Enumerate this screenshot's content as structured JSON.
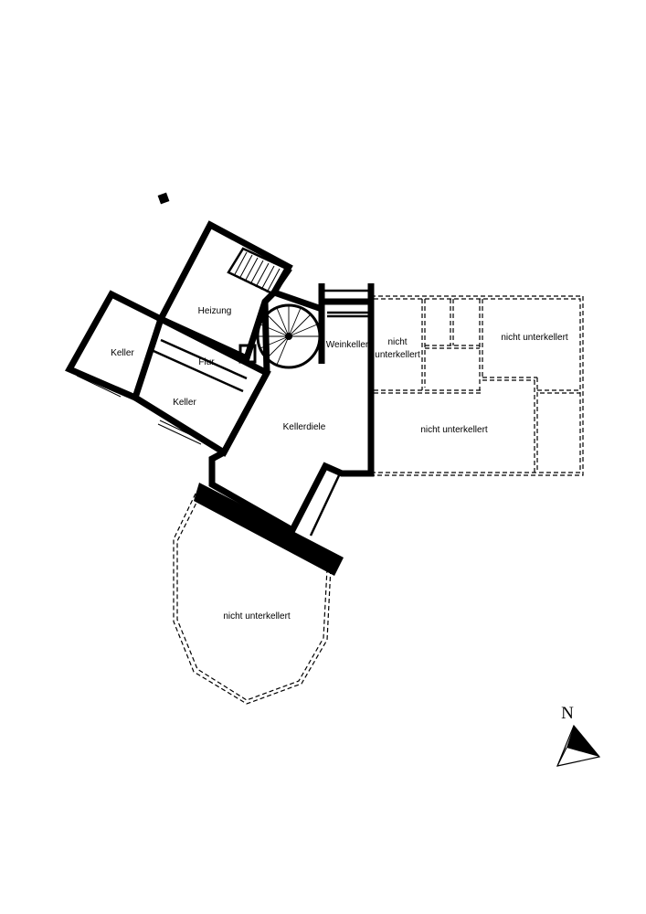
{
  "plan": {
    "rooms": {
      "heizung": "Heizung",
      "keller_west": "Keller",
      "flur": "Flur",
      "keller_south": "Keller",
      "weinkeller": "Weinkeller",
      "kellerdiele": "Kellerdiele",
      "nicht_unterkellert_small_1": "nicht",
      "nicht_unterkellert_small_2": "unterkellert",
      "nicht_unterkellert_ne": "nicht unterkellert",
      "nicht_unterkellert_e": "nicht unterkellert",
      "nicht_unterkellert_s": "nicht unterkellert"
    },
    "north_label": "N",
    "icons": {
      "spiral_stair": "spiral-staircase-icon",
      "straight_stair": "staircase-icon",
      "north_arrow": "north-arrow-icon"
    }
  }
}
